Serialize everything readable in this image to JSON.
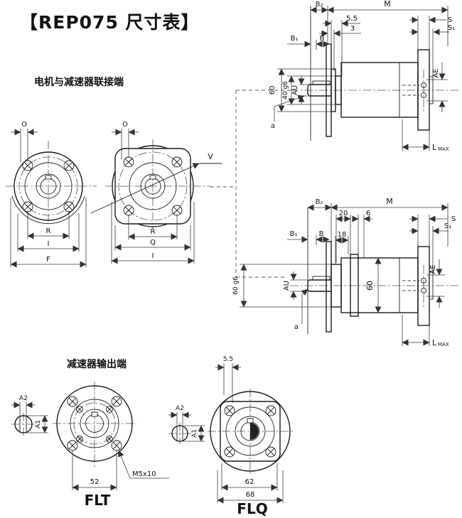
{
  "title": "【REP075 尺寸表】",
  "sections": {
    "motor_end": "电机与减速器联接端",
    "output_end": "减速器输出端"
  },
  "front_round": {
    "o": "O",
    "r": "R",
    "i": "I",
    "f": "F"
  },
  "front_square": {
    "o": "O",
    "v": "V",
    "r": "R",
    "q": "Q",
    "i": "I"
  },
  "side_top": {
    "b2": "B₂",
    "m": "M",
    "d55": "5.5",
    "d3": "3",
    "b1": "B₁",
    "b": "B",
    "s": "S",
    "s1": "S₁",
    "d60": "60",
    "d40g6": "40 g6",
    "au": "AU",
    "a": "a",
    "ae": "AE",
    "l": "L",
    "lmax_sub": "MAX"
  },
  "side_bottom": {
    "b2": "B₂",
    "m": "M",
    "d20": "20",
    "d6": "6",
    "b1": "B₁",
    "b": "B",
    "d18": "18",
    "s": "S",
    "s1": "S₁",
    "d60g6": "60 g6",
    "au": "AU",
    "d60": "60",
    "a": "a",
    "ae": "AE",
    "l": "L",
    "lmax_sub": "MAX"
  },
  "flt": {
    "name": "FLT",
    "a2": "A2",
    "a1": "A1",
    "m5": "M5x10",
    "d52": "52"
  },
  "flq": {
    "name": "FLQ",
    "d55": "5.5",
    "a2": "A2",
    "a1": "A1",
    "d62": "62",
    "d68": "68"
  },
  "colors": {
    "line": "#1c1c1c",
    "background": "#ffffff"
  }
}
